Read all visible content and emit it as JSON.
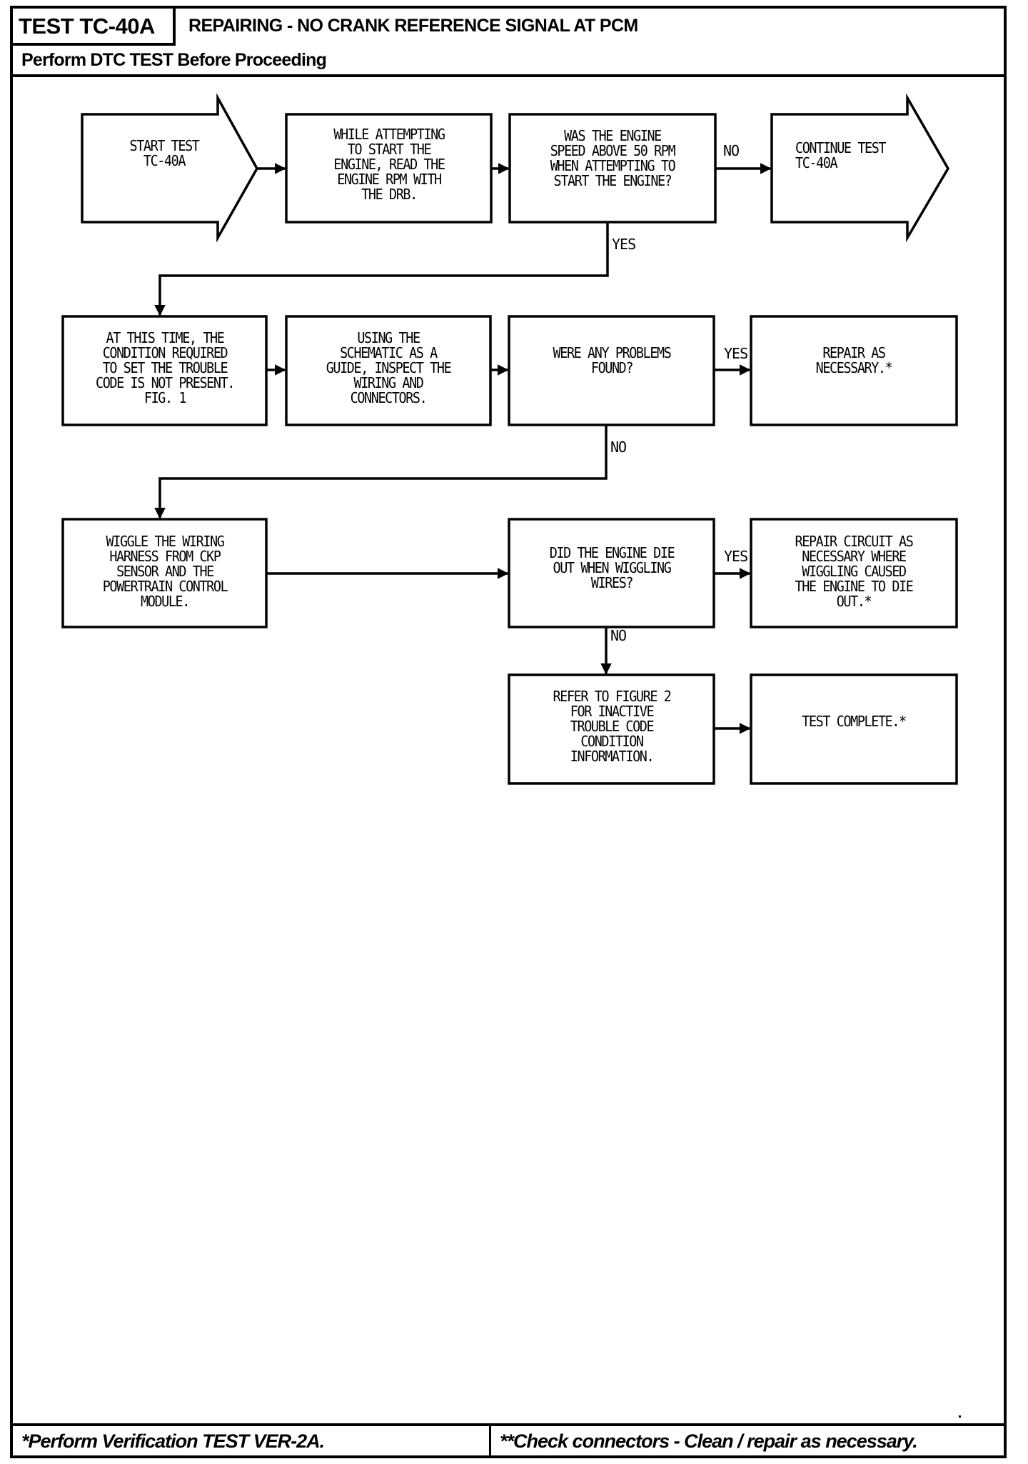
{
  "header": {
    "test_id": "TEST TC-40A",
    "heading": "REPAIRING - NO CRANK REFERENCE SIGNAL AT PCM",
    "subheading": "Perform DTC TEST Before Proceeding"
  },
  "flowchart": {
    "nodes": [
      {
        "id": "start",
        "shape": "arrow",
        "text": "START TEST\nTC-40A"
      },
      {
        "id": "read-rpm",
        "shape": "box",
        "text": "WHILE ATTEMPTING\nTO START THE\nENGINE, READ THE\nENGINE RPM WITH\nTHE DRB."
      },
      {
        "id": "q-speed",
        "shape": "box",
        "text": "WAS THE ENGINE\nSPEED ABOVE 50 RPM\nWHEN ATTEMPTING TO\nSTART THE ENGINE?"
      },
      {
        "id": "continue",
        "shape": "arrow",
        "text": "CONTINUE TEST\nTC-40A"
      },
      {
        "id": "condition",
        "shape": "box",
        "text": "AT THIS TIME, THE\nCONDITION REQUIRED\nTO SET THE TROUBLE\nCODE IS NOT PRESENT.\nFIG. 1"
      },
      {
        "id": "inspect",
        "shape": "box",
        "text": "USING THE\nSCHEMATIC AS A\nGUIDE, INSPECT THE\nWIRING AND\nCONNECTORS."
      },
      {
        "id": "q-problems",
        "shape": "box",
        "text": "WERE ANY PROBLEMS\nFOUND?"
      },
      {
        "id": "repair",
        "shape": "box",
        "text": "REPAIR AS\nNECESSARY.*"
      },
      {
        "id": "wiggle",
        "shape": "box",
        "text": "WIGGLE THE WIRING\nHARNESS FROM CKP\nSENSOR AND THE\nPOWERTRAIN CONTROL\nMODULE."
      },
      {
        "id": "q-die",
        "shape": "box",
        "text": "DID THE ENGINE DIE\nOUT WHEN WIGGLING\nWIRES?"
      },
      {
        "id": "repair-circuit",
        "shape": "box",
        "text": "REPAIR CIRCUIT AS\nNECESSARY WHERE\nWIGGLING CAUSED\nTHE ENGINE TO DIE\nOUT.*"
      },
      {
        "id": "refer-fig2",
        "shape": "box",
        "text": "REFER TO FIGURE 2\nFOR INACTIVE\nTROUBLE CODE\nCONDITION\nINFORMATION."
      },
      {
        "id": "complete",
        "shape": "box",
        "text": "TEST COMPLETE.*"
      }
    ],
    "edges": [
      {
        "from": "start",
        "to": "read-rpm",
        "label": ""
      },
      {
        "from": "read-rpm",
        "to": "q-speed",
        "label": ""
      },
      {
        "from": "q-speed",
        "to": "continue",
        "label": "NO"
      },
      {
        "from": "q-speed",
        "to": "condition",
        "label": "YES"
      },
      {
        "from": "condition",
        "to": "inspect",
        "label": ""
      },
      {
        "from": "inspect",
        "to": "q-problems",
        "label": ""
      },
      {
        "from": "q-problems",
        "to": "repair",
        "label": "YES"
      },
      {
        "from": "q-problems",
        "to": "wiggle",
        "label": "NO"
      },
      {
        "from": "wiggle",
        "to": "q-die",
        "label": ""
      },
      {
        "from": "q-die",
        "to": "repair-circuit",
        "label": "YES"
      },
      {
        "from": "q-die",
        "to": "refer-fig2",
        "label": "NO"
      },
      {
        "from": "refer-fig2",
        "to": "complete",
        "label": ""
      }
    ]
  },
  "footer": {
    "left_note": "*Perform Verification TEST VER-2A.",
    "right_note": "**Check connectors - Clean / repair as necessary."
  }
}
